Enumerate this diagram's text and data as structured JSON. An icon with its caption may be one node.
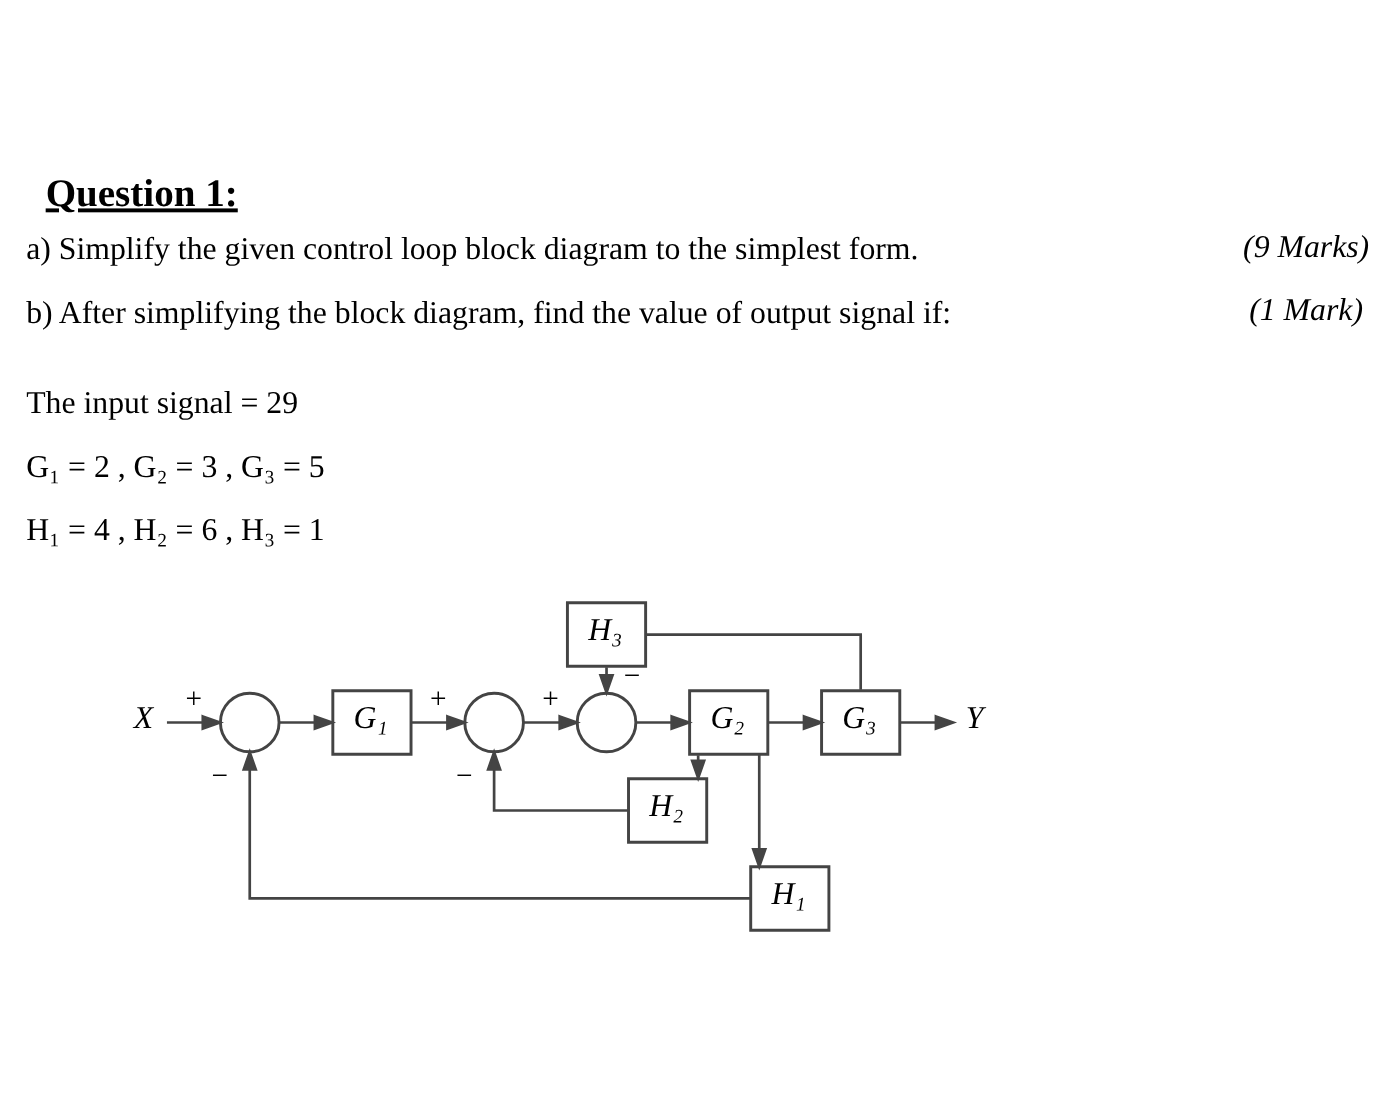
{
  "diagram": {
    "title": "Question 1:",
    "nodes": [
      {
        "text": [
          "H₃"
        ]
      },
      {
        "text": [
          "X"
        ]
      },
      {
        "text": [],
        "shape": "circle"
      },
      {
        "text": [
          "G₁"
        ]
      },
      {
        "text": [],
        "shape": "circle"
      },
      {
        "text": [],
        "shape": "circle"
      },
      {
        "text": [
          "G₂"
        ]
      },
      {
        "text": [
          "G₃"
        ]
      },
      {
        "text": [
          "Y"
        ]
      },
      {
        "text": [
          "H₂"
        ]
      },
      {
        "text": [
          "H₁"
        ]
      }
    ],
    "edges": [
      {
        "from": 1,
        "to": 2,
        "arrow": "to",
        "label": "+"
      },
      {
        "from": 2,
        "to": 3,
        "arrow": "to"
      },
      {
        "from": 3,
        "to": 4,
        "arrow": "to",
        "label": "+"
      },
      {
        "from": 4,
        "to": 5,
        "arrow": "to",
        "label": "+"
      },
      {
        "from": 5,
        "to": 6,
        "arrow": "to"
      },
      {
        "from": 6,
        "to": 7,
        "arrow": "to"
      },
      {
        "from": 7,
        "to": 8,
        "arrow": "to"
      },
      {
        "from": 7,
        "to": 0,
        "arrow": "none"
      },
      {
        "from": 0,
        "to": 5,
        "arrow": "to",
        "label": "−"
      },
      {
        "from": 6,
        "to": 9,
        "arrow": "to"
      },
      {
        "from": 9,
        "to": 4,
        "arrow": "to",
        "label": "−"
      },
      {
        "from": 6,
        "to": 10,
        "arrow": "to"
      },
      {
        "from": 10,
        "to": 2,
        "arrow": "to",
        "label": "−"
      }
    ],
    "labels": [
      "a) Simplify the given control loop block diagram to the simplest form.",
      "(9 Marks)",
      "b) After simplifying the block diagram, find the value of output signal if:",
      "(1 Mark)",
      "The input signal = 29",
      "G₁ = 2 , G₂ = 3 , G₃ = 5",
      "H₁ = 4 , H₂ = 6 , H₃ = 1"
    ]
  }
}
